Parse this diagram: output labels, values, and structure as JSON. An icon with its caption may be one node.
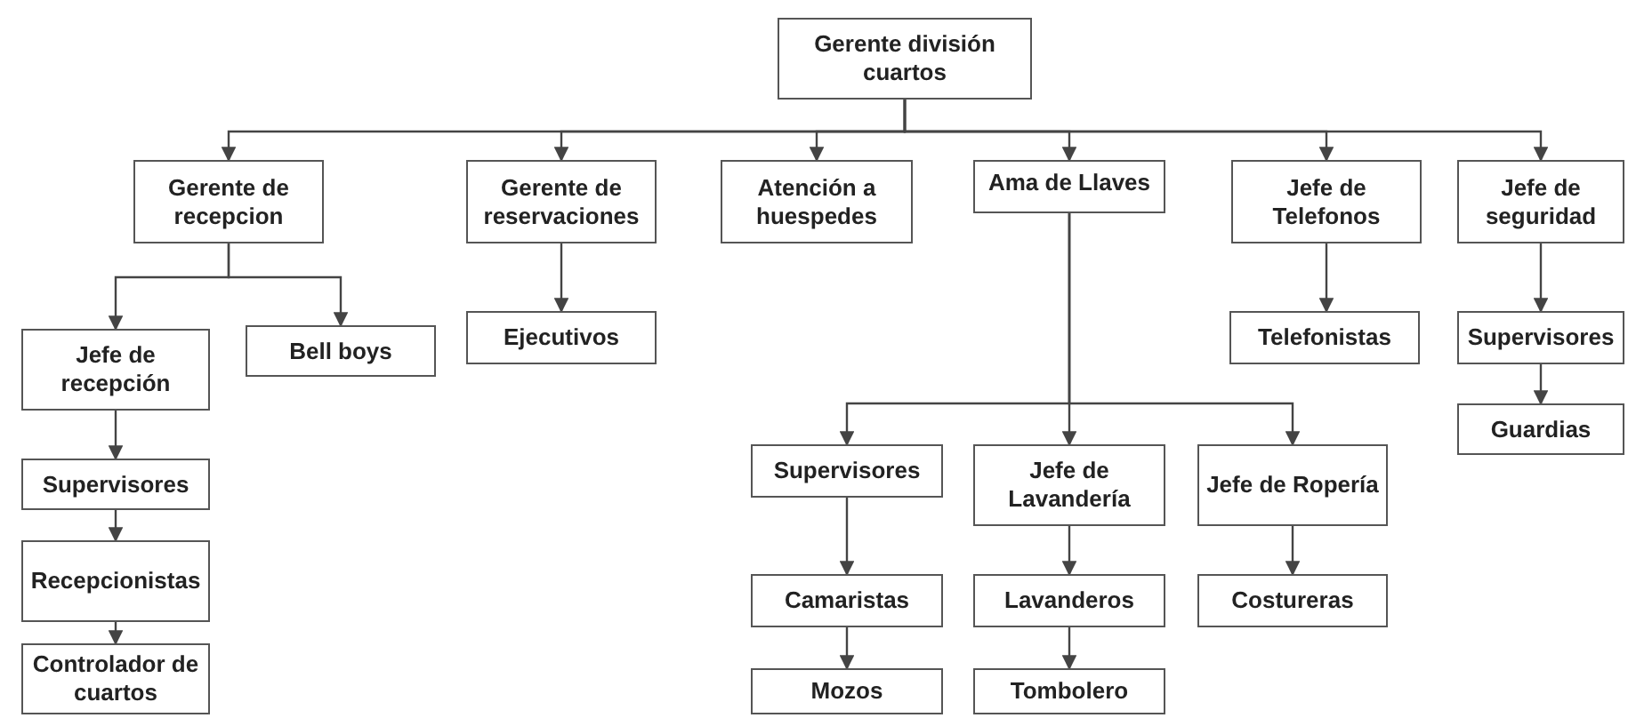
{
  "diagram": {
    "nodes": [
      {
        "text": [
          "Gerente división cuartos"
        ]
      },
      {
        "text": [
          "Gerente de recepcion"
        ]
      },
      {
        "text": [
          "Gerente de reservaciones"
        ]
      },
      {
        "text": [
          "Atención a huespedes"
        ]
      },
      {
        "text": [
          "Ama de Llaves"
        ]
      },
      {
        "text": [
          "Jefe de Telefonos"
        ]
      },
      {
        "text": [
          "Jefe de seguridad"
        ]
      },
      {
        "text": [
          "Jefe de recepción"
        ]
      },
      {
        "text": [
          "Bell boys"
        ]
      },
      {
        "text": [
          "Ejecutivos"
        ]
      },
      {
        "text": [
          "Telefonistas"
        ]
      },
      {
        "text": [
          "Supervisores"
        ]
      },
      {
        "text": [
          "Guardias"
        ]
      },
      {
        "text": [
          "Supervisores"
        ]
      },
      {
        "text": [
          "Recepcionistas"
        ]
      },
      {
        "text": [
          "Controlador de cuartos"
        ]
      },
      {
        "text": [
          "Supervisores"
        ]
      },
      {
        "text": [
          "Jefe de Lavandería"
        ]
      },
      {
        "text": [
          "Jefe de Ropería"
        ]
      },
      {
        "text": [
          "Camaristas"
        ]
      },
      {
        "text": [
          "Lavanderos"
        ]
      },
      {
        "text": [
          "Costureras"
        ]
      },
      {
        "text": [
          "Mozos"
        ]
      },
      {
        "text": [
          "Tombolero"
        ]
      }
    ],
    "edges": [
      {
        "from": 0,
        "to": 1,
        "arrow": "to"
      },
      {
        "from": 0,
        "to": 2,
        "arrow": "to"
      },
      {
        "from": 0,
        "to": 3,
        "arrow": "to"
      },
      {
        "from": 0,
        "to": 4,
        "arrow": "to"
      },
      {
        "from": 0,
        "to": 5,
        "arrow": "to"
      },
      {
        "from": 0,
        "to": 6,
        "arrow": "to"
      },
      {
        "from": 1,
        "to": 7,
        "arrow": "to"
      },
      {
        "from": 1,
        "to": 8,
        "arrow": "to"
      },
      {
        "from": 2,
        "to": 9,
        "arrow": "to"
      },
      {
        "from": 5,
        "to": 10,
        "arrow": "to"
      },
      {
        "from": 6,
        "to": 11,
        "arrow": "to"
      },
      {
        "from": 11,
        "to": 12,
        "arrow": "to"
      },
      {
        "from": 7,
        "to": 13,
        "arrow": "to"
      },
      {
        "from": 13,
        "to": 14,
        "arrow": "to"
      },
      {
        "from": 14,
        "to": 15,
        "arrow": "to"
      },
      {
        "from": 4,
        "to": 16,
        "arrow": "to"
      },
      {
        "from": 4,
        "to": 17,
        "arrow": "to"
      },
      {
        "from": 4,
        "to": 18,
        "arrow": "to"
      },
      {
        "from": 16,
        "to": 19,
        "arrow": "to"
      },
      {
        "from": 17,
        "to": 20,
        "arrow": "to"
      },
      {
        "from": 18,
        "to": 21,
        "arrow": "to"
      },
      {
        "from": 19,
        "to": 22,
        "arrow": "to"
      },
      {
        "from": 20,
        "to": 23,
        "arrow": "to"
      }
    ]
  }
}
